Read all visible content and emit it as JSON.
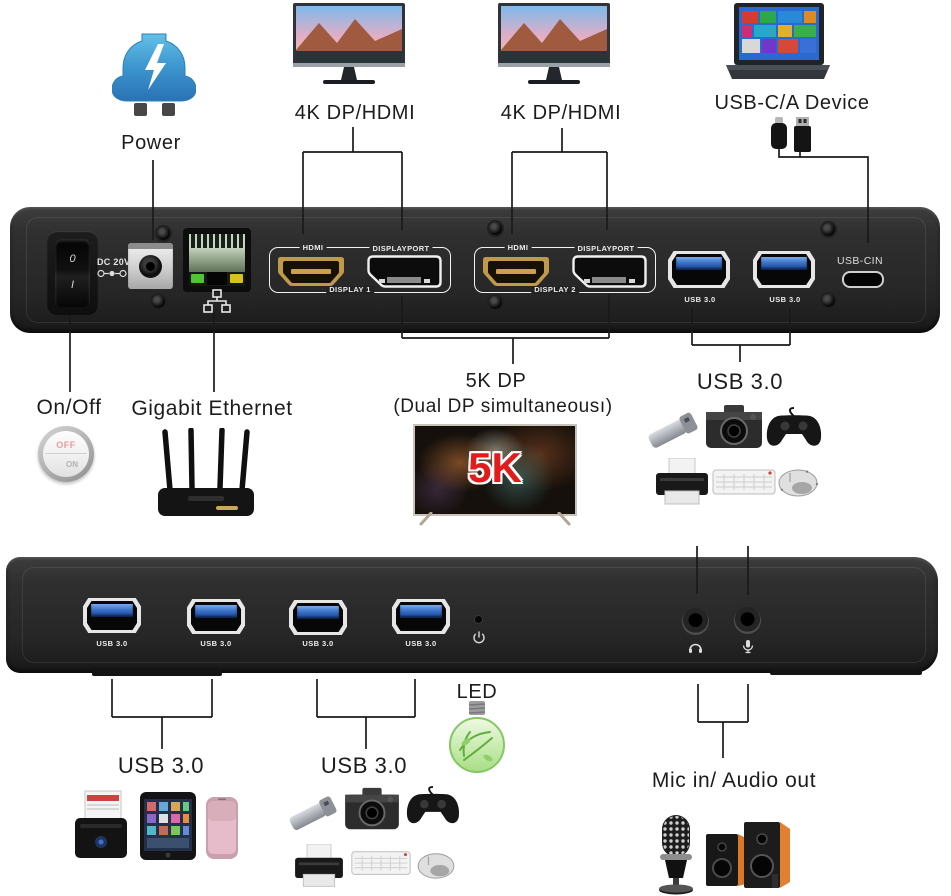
{
  "callouts": {
    "power": "Power",
    "display1": "4K DP/HDMI",
    "display2": "4K DP/HDMI",
    "usbc_device": "USB-C/A Device",
    "onoff": "On/Off",
    "gigabit": "Gigabit Ethernet",
    "fivek_title": "5K DP",
    "fivek_sub": "(Dual DP simultaneousı)",
    "usb3_back": "USB 3.0",
    "led": "LED",
    "usb3_front_left": "USB 3.0",
    "usb3_front_right": "USB 3.0",
    "audio": "Mic in/ Audio out"
  },
  "dock_back": {
    "rocker_top": "0",
    "rocker_bottom": "I",
    "dc_label": "DC 20V",
    "display_group1": {
      "hdmi": "HDMI",
      "dp": "DISPLAYPORT",
      "name": "DISPLAY 1"
    },
    "display_group2": {
      "hdmi": "HDMI",
      "dp": "DISPLAYPORT",
      "name": "DISPLAY 2"
    },
    "usb1": "USB 3.0",
    "usb2": "USB 3.0",
    "usbc": "USB-CIN"
  },
  "dock_front": {
    "usb_labels": [
      "USB 3.0",
      "USB 3.0",
      "USB 3.0",
      "USB 3.0"
    ]
  },
  "onoff_button": {
    "off": "OFF",
    "on": "ON"
  },
  "tv": {
    "screen_text": "5K"
  },
  "colors": {
    "usb_blue": "#2f6fd0",
    "hdmi_gold": "#bf9a4a",
    "adapter_blue": "#3f9fd8",
    "led_green": "#8fd46a",
    "speaker_orange": "#e07c28",
    "tv_red": "#e21b1b",
    "line": "#1a1a1a",
    "dock_dark": "#262626"
  }
}
